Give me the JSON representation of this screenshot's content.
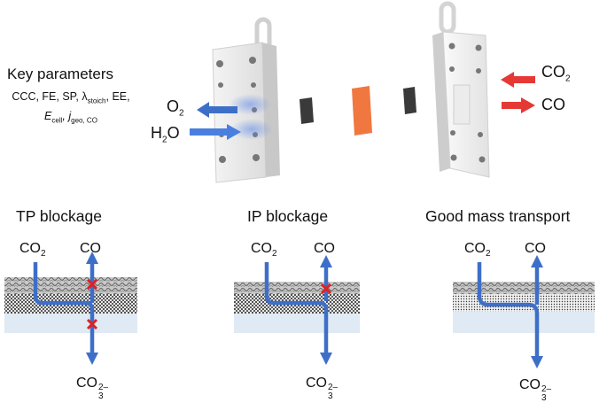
{
  "key_parameters": {
    "title": "Key parameters",
    "line1": "CCC, FE, SP, λ",
    "line1_sub": "stoich",
    "line1_tail": ", EE,",
    "line2_e": "E",
    "line2_e_sub": "cell",
    "line2_sep": ", j",
    "line2_j_sub": "geo, CO"
  },
  "cell_labels": {
    "o2": "O",
    "o2_sub": "2",
    "h2o_a": "H",
    "h2o_sub": "2",
    "h2o_b": "O",
    "co2": "CO",
    "co2_sub": "2",
    "co": "CO"
  },
  "panels": [
    {
      "title": "TP blockage",
      "co2": "CO",
      "co2_sub": "2",
      "co": "CO",
      "carbonate": "CO",
      "carbonate_sub": "3",
      "carbonate_sup": "2–"
    },
    {
      "title": "IP blockage",
      "co2": "CO",
      "co2_sub": "2",
      "co": "CO",
      "carbonate": "CO",
      "carbonate_sub": "3",
      "carbonate_sup": "2–"
    },
    {
      "title": "Good mass transport",
      "co2": "CO",
      "co2_sub": "2",
      "co": "CO",
      "carbonate": "CO",
      "carbonate_sub": "3",
      "carbonate_sup": "2–"
    }
  ],
  "colors": {
    "flow_blue": "#3e6fc8",
    "blocked_red": "#e02020",
    "co2_red": "#e53935",
    "catalyst_orange": "#f07840",
    "membrane_gray": "#3a3a3a",
    "electrolyte_blue": "#dfeaf4"
  }
}
